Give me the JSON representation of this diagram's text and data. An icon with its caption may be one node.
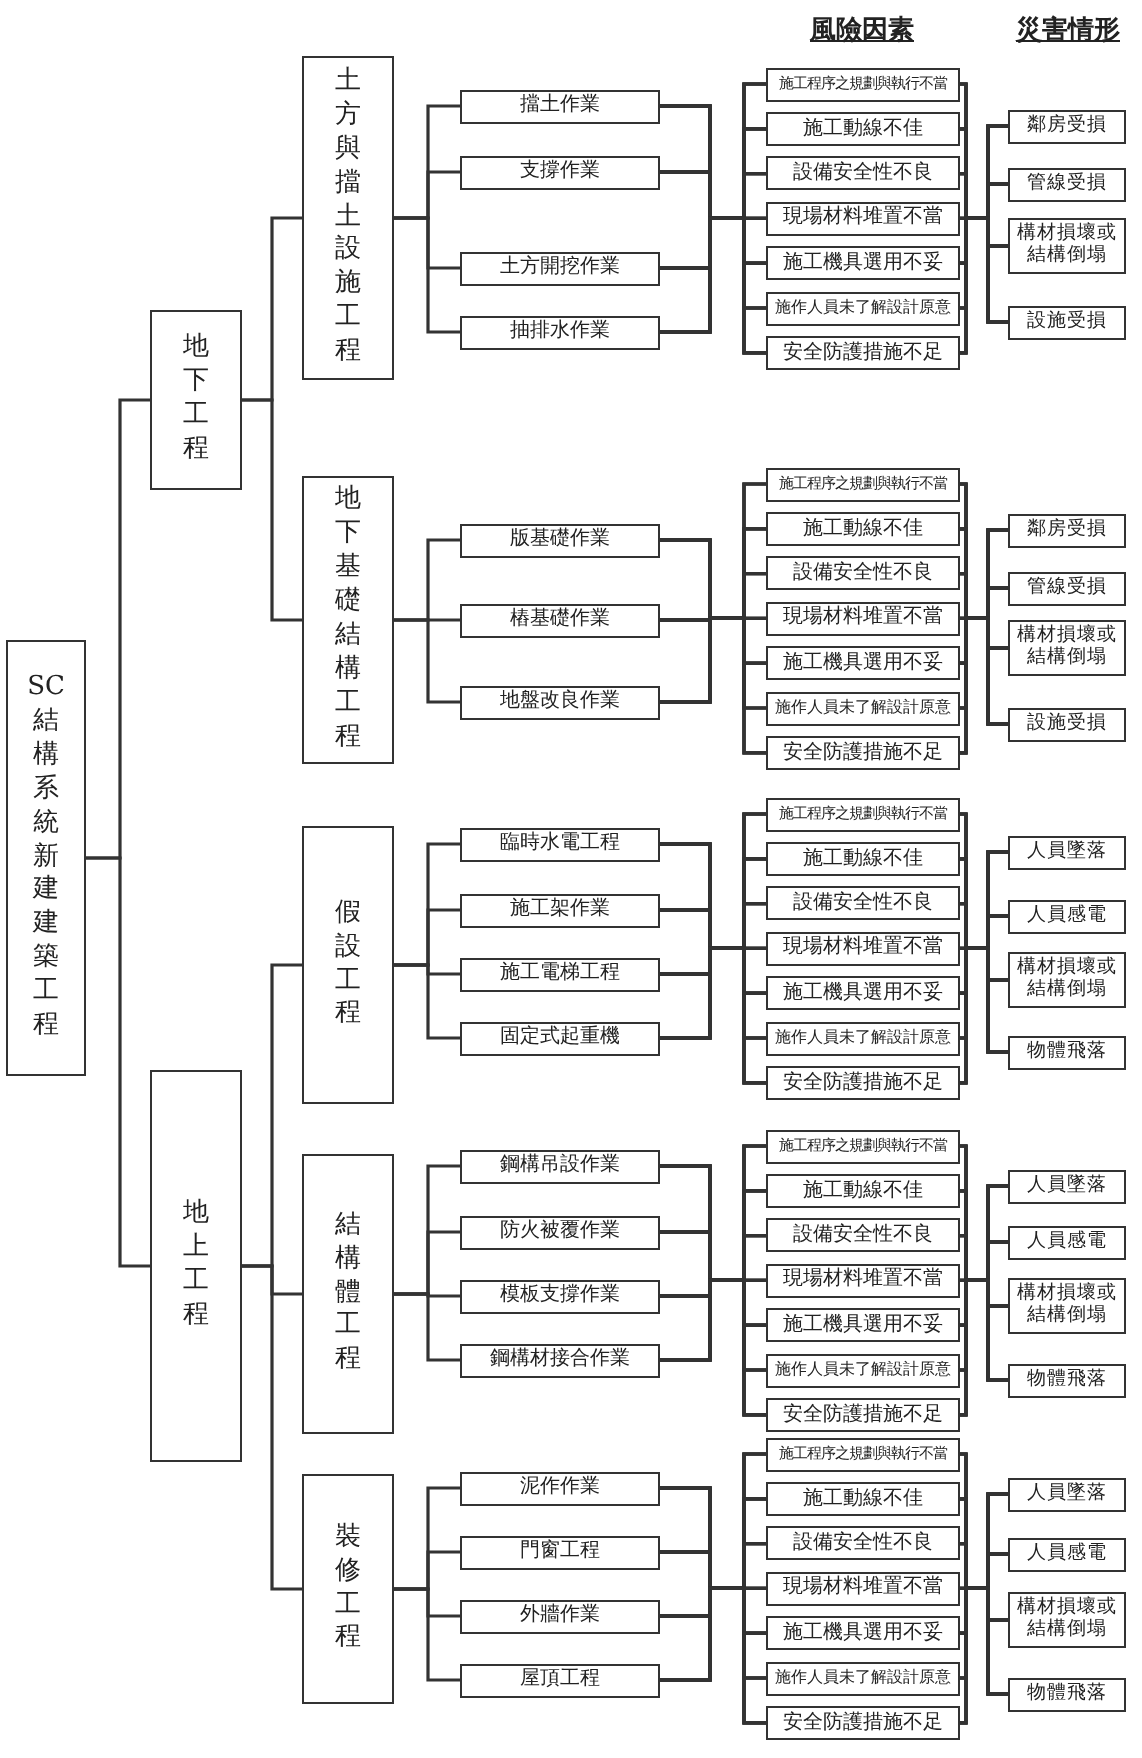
{
  "diagram": {
    "nodes": [
      {
        "text": [
          "SC結構系統新建建築工程"
        ]
      },
      {
        "text": [
          "地下工程"
        ]
      },
      {
        "text": [
          "土方與擋土設施工程"
        ]
      },
      {
        "text": [
          "擋土作業"
        ]
      },
      {
        "text": [
          "支撐作業"
        ]
      },
      {
        "text": [
          "土方開挖作業"
        ]
      },
      {
        "text": [
          "抽排水作業"
        ]
      },
      {
        "text": [
          "施工程序之規劃與執行不當"
        ]
      },
      {
        "text": [
          "施工動線不佳"
        ]
      },
      {
        "text": [
          "設備安全性不良"
        ]
      },
      {
        "text": [
          "現場材料堆置不當"
        ]
      },
      {
        "text": [
          "施工機具選用不妥"
        ]
      },
      {
        "text": [
          "施作人員未了解設計原意"
        ]
      },
      {
        "text": [
          "安全防護措施不足"
        ]
      },
      {
        "text": [
          "鄰房受損"
        ]
      },
      {
        "text": [
          "管線受損"
        ]
      },
      {
        "text": [
          "構材損壞或結構倒塌"
        ]
      },
      {
        "text": [
          "設施受損"
        ]
      },
      {
        "text": [
          "地下基礎結構工程"
        ]
      },
      {
        "text": [
          "版基礎作業"
        ]
      },
      {
        "text": [
          "樁基礎作業"
        ]
      },
      {
        "text": [
          "地盤改良作業"
        ]
      },
      {
        "text": [
          "施工程序之規劃與執行不當"
        ]
      },
      {
        "text": [
          "施工動線不佳"
        ]
      },
      {
        "text": [
          "設備安全性不良"
        ]
      },
      {
        "text": [
          "現場材料堆置不當"
        ]
      },
      {
        "text": [
          "施工機具選用不妥"
        ]
      },
      {
        "text": [
          "施作人員未了解設計原意"
        ]
      },
      {
        "text": [
          "安全防護措施不足"
        ]
      },
      {
        "text": [
          "鄰房受損"
        ]
      },
      {
        "text": [
          "管線受損"
        ]
      },
      {
        "text": [
          "構材損壞或結構倒塌"
        ]
      },
      {
        "text": [
          "設施受損"
        ]
      },
      {
        "text": [
          "地上工程"
        ]
      },
      {
        "text": [
          "假設工程"
        ]
      },
      {
        "text": [
          "臨時水電工程"
        ]
      },
      {
        "text": [
          "施工架作業"
        ]
      },
      {
        "text": [
          "施工電梯工程"
        ]
      },
      {
        "text": [
          "固定式起重機"
        ]
      },
      {
        "text": [
          "施工程序之規劃與執行不當"
        ]
      },
      {
        "text": [
          "施工動線不佳"
        ]
      },
      {
        "text": [
          "設備安全性不良"
        ]
      },
      {
        "text": [
          "現場材料堆置不當"
        ]
      },
      {
        "text": [
          "施工機具選用不妥"
        ]
      },
      {
        "text": [
          "施作人員未了解設計原意"
        ]
      },
      {
        "text": [
          "安全防護措施不足"
        ]
      },
      {
        "text": [
          "人員墜落"
        ]
      },
      {
        "text": [
          "人員感電"
        ]
      },
      {
        "text": [
          "構材損壞或結構倒塌"
        ]
      },
      {
        "text": [
          "物體飛落"
        ]
      },
      {
        "text": [
          "結構體工程"
        ]
      },
      {
        "text": [
          "鋼構吊設作業"
        ]
      },
      {
        "text": [
          "防火被覆作業"
        ]
      },
      {
        "text": [
          "模板支撐作業"
        ]
      },
      {
        "text": [
          "鋼構材接合作業"
        ]
      },
      {
        "text": [
          "施工程序之規劃與執行不當"
        ]
      },
      {
        "text": [
          "施工動線不佳"
        ]
      },
      {
        "text": [
          "設備安全性不良"
        ]
      },
      {
        "text": [
          "現場材料堆置不當"
        ]
      },
      {
        "text": [
          "施工機具選用不妥"
        ]
      },
      {
        "text": [
          "施作人員未了解設計原意"
        ]
      },
      {
        "text": [
          "安全防護措施不足"
        ]
      },
      {
        "text": [
          "人員墜落"
        ]
      },
      {
        "text": [
          "人員感電"
        ]
      },
      {
        "text": [
          "構材損壞或結構倒塌"
        ]
      },
      {
        "text": [
          "物體飛落"
        ]
      },
      {
        "text": [
          "裝修工程"
        ]
      },
      {
        "text": [
          "泥作作業"
        ]
      },
      {
        "text": [
          "門窗工程"
        ]
      },
      {
        "text": [
          "外牆作業"
        ]
      },
      {
        "text": [
          "屋頂工程"
        ]
      },
      {
        "text": [
          "施工程序之規劃與執行不當"
        ]
      },
      {
        "text": [
          "施工動線不佳"
        ]
      },
      {
        "text": [
          "設備安全性不良"
        ]
      },
      {
        "text": [
          "現場材料堆置不當"
        ]
      },
      {
        "text": [
          "施工機具選用不妥"
        ]
      },
      {
        "text": [
          "施作人員未了解設計原意"
        ]
      },
      {
        "text": [
          "安全防護措施不足"
        ]
      },
      {
        "text": [
          "人員墜落"
        ]
      },
      {
        "text": [
          "人員感電"
        ]
      },
      {
        "text": [
          "構材損壞或結構倒塌"
        ]
      },
      {
        "text": [
          "物體飛落"
        ]
      }
    ],
    "edges": [
      {
        "from": 0,
        "to": 1,
        "arrow": "none"
      },
      {
        "from": 0,
        "to": 33,
        "arrow": "none"
      },
      {
        "from": 1,
        "to": 2,
        "arrow": "none"
      },
      {
        "from": 1,
        "to": 18,
        "arrow": "none"
      },
      {
        "from": 33,
        "to": 34,
        "arrow": "none"
      },
      {
        "from": 33,
        "to": 50,
        "arrow": "none"
      },
      {
        "from": 33,
        "to": 66,
        "arrow": "none"
      },
      {
        "from": 2,
        "to": 3,
        "arrow": "none"
      },
      {
        "from": 2,
        "to": 4,
        "arrow": "none"
      },
      {
        "from": 2,
        "to": 5,
        "arrow": "none"
      },
      {
        "from": 2,
        "to": 6,
        "arrow": "none"
      },
      {
        "from": 3,
        "to": 7,
        "arrow": "none"
      },
      {
        "from": 3,
        "to": 8,
        "arrow": "none"
      },
      {
        "from": 3,
        "to": 9,
        "arrow": "none"
      },
      {
        "from": 3,
        "to": 10,
        "arrow": "none"
      },
      {
        "from": 3,
        "to": 11,
        "arrow": "none"
      },
      {
        "from": 3,
        "to": 12,
        "arrow": "none"
      },
      {
        "from": 3,
        "to": 13,
        "arrow": "none"
      },
      {
        "from": 4,
        "to": 7,
        "arrow": "none"
      },
      {
        "from": 4,
        "to": 8,
        "arrow": "none"
      },
      {
        "from": 4,
        "to": 9,
        "arrow": "none"
      },
      {
        "from": 4,
        "to": 10,
        "arrow": "none"
      },
      {
        "from": 4,
        "to": 11,
        "arrow": "none"
      },
      {
        "from": 4,
        "to": 12,
        "arrow": "none"
      },
      {
        "from": 4,
        "to": 13,
        "arrow": "none"
      },
      {
        "from": 5,
        "to": 7,
        "arrow": "none"
      },
      {
        "from": 5,
        "to": 8,
        "arrow": "none"
      },
      {
        "from": 5,
        "to": 9,
        "arrow": "none"
      },
      {
        "from": 5,
        "to": 10,
        "arrow": "none"
      },
      {
        "from": 5,
        "to": 11,
        "arrow": "none"
      },
      {
        "from": 5,
        "to": 12,
        "arrow": "none"
      },
      {
        "from": 5,
        "to": 13,
        "arrow": "none"
      },
      {
        "from": 6,
        "to": 7,
        "arrow": "none"
      },
      {
        "from": 6,
        "to": 8,
        "arrow": "none"
      },
      {
        "from": 6,
        "to": 9,
        "arrow": "none"
      },
      {
        "from": 6,
        "to": 10,
        "arrow": "none"
      },
      {
        "from": 6,
        "to": 11,
        "arrow": "none"
      },
      {
        "from": 6,
        "to": 12,
        "arrow": "none"
      },
      {
        "from": 6,
        "to": 13,
        "arrow": "none"
      },
      {
        "from": 7,
        "to": 14,
        "arrow": "none"
      },
      {
        "from": 7,
        "to": 15,
        "arrow": "none"
      },
      {
        "from": 7,
        "to": 16,
        "arrow": "none"
      },
      {
        "from": 7,
        "to": 17,
        "arrow": "none"
      },
      {
        "from": 8,
        "to": 14,
        "arrow": "none"
      },
      {
        "from": 8,
        "to": 15,
        "arrow": "none"
      },
      {
        "from": 8,
        "to": 16,
        "arrow": "none"
      },
      {
        "from": 8,
        "to": 17,
        "arrow": "none"
      },
      {
        "from": 9,
        "to": 14,
        "arrow": "none"
      },
      {
        "from": 9,
        "to": 15,
        "arrow": "none"
      },
      {
        "from": 9,
        "to": 16,
        "arrow": "none"
      },
      {
        "from": 9,
        "to": 17,
        "arrow": "none"
      },
      {
        "from": 10,
        "to": 14,
        "arrow": "none"
      },
      {
        "from": 10,
        "to": 15,
        "arrow": "none"
      },
      {
        "from": 10,
        "to": 16,
        "arrow": "none"
      },
      {
        "from": 10,
        "to": 17,
        "arrow": "none"
      },
      {
        "from": 11,
        "to": 14,
        "arrow": "none"
      },
      {
        "from": 11,
        "to": 15,
        "arrow": "none"
      },
      {
        "from": 11,
        "to": 16,
        "arrow": "none"
      },
      {
        "from": 11,
        "to": 17,
        "arrow": "none"
      },
      {
        "from": 12,
        "to": 14,
        "arrow": "none"
      },
      {
        "from": 12,
        "to": 15,
        "arrow": "none"
      },
      {
        "from": 12,
        "to": 16,
        "arrow": "none"
      },
      {
        "from": 12,
        "to": 17,
        "arrow": "none"
      },
      {
        "from": 13,
        "to": 14,
        "arrow": "none"
      },
      {
        "from": 13,
        "to": 15,
        "arrow": "none"
      },
      {
        "from": 13,
        "to": 16,
        "arrow": "none"
      },
      {
        "from": 13,
        "to": 17,
        "arrow": "none"
      },
      {
        "from": 18,
        "to": 19,
        "arrow": "none"
      },
      {
        "from": 18,
        "to": 20,
        "arrow": "none"
      },
      {
        "from": 18,
        "to": 21,
        "arrow": "none"
      },
      {
        "from": 19,
        "to": 22,
        "arrow": "none"
      },
      {
        "from": 19,
        "to": 23,
        "arrow": "none"
      },
      {
        "from": 19,
        "to": 24,
        "arrow": "none"
      },
      {
        "from": 19,
        "to": 25,
        "arrow": "none"
      },
      {
        "from": 19,
        "to": 26,
        "arrow": "none"
      },
      {
        "from": 19,
        "to": 27,
        "arrow": "none"
      },
      {
        "from": 19,
        "to": 28,
        "arrow": "none"
      },
      {
        "from": 20,
        "to": 22,
        "arrow": "none"
      },
      {
        "from": 20,
        "to": 23,
        "arrow": "none"
      },
      {
        "from": 20,
        "to": 24,
        "arrow": "none"
      },
      {
        "from": 20,
        "to": 25,
        "arrow": "none"
      },
      {
        "from": 20,
        "to": 26,
        "arrow": "none"
      },
      {
        "from": 20,
        "to": 27,
        "arrow": "none"
      },
      {
        "from": 20,
        "to": 28,
        "arrow": "none"
      },
      {
        "from": 21,
        "to": 22,
        "arrow": "none"
      },
      {
        "from": 21,
        "to": 23,
        "arrow": "none"
      },
      {
        "from": 21,
        "to": 24,
        "arrow": "none"
      },
      {
        "from": 21,
        "to": 25,
        "arrow": "none"
      },
      {
        "from": 21,
        "to": 26,
        "arrow": "none"
      },
      {
        "from": 21,
        "to": 27,
        "arrow": "none"
      },
      {
        "from": 21,
        "to": 28,
        "arrow": "none"
      },
      {
        "from": 22,
        "to": 29,
        "arrow": "none"
      },
      {
        "from": 22,
        "to": 30,
        "arrow": "none"
      },
      {
        "from": 22,
        "to": 31,
        "arrow": "none"
      },
      {
        "from": 22,
        "to": 32,
        "arrow": "none"
      },
      {
        "from": 23,
        "to": 29,
        "arrow": "none"
      },
      {
        "from": 23,
        "to": 30,
        "arrow": "none"
      },
      {
        "from": 23,
        "to": 31,
        "arrow": "none"
      },
      {
        "from": 23,
        "to": 32,
        "arrow": "none"
      },
      {
        "from": 24,
        "to": 29,
        "arrow": "none"
      },
      {
        "from": 24,
        "to": 30,
        "arrow": "none"
      },
      {
        "from": 24,
        "to": 31,
        "arrow": "none"
      },
      {
        "from": 24,
        "to": 32,
        "arrow": "none"
      },
      {
        "from": 25,
        "to": 29,
        "arrow": "none"
      },
      {
        "from": 25,
        "to": 30,
        "arrow": "none"
      },
      {
        "from": 25,
        "to": 31,
        "arrow": "none"
      },
      {
        "from": 25,
        "to": 32,
        "arrow": "none"
      },
      {
        "from": 26,
        "to": 29,
        "arrow": "none"
      },
      {
        "from": 26,
        "to": 30,
        "arrow": "none"
      },
      {
        "from": 26,
        "to": 31,
        "arrow": "none"
      },
      {
        "from": 26,
        "to": 32,
        "arrow": "none"
      },
      {
        "from": 27,
        "to": 29,
        "arrow": "none"
      },
      {
        "from": 27,
        "to": 30,
        "arrow": "none"
      },
      {
        "from": 27,
        "to": 31,
        "arrow": "none"
      },
      {
        "from": 27,
        "to": 32,
        "arrow": "none"
      },
      {
        "from": 28,
        "to": 29,
        "arrow": "none"
      },
      {
        "from": 28,
        "to": 30,
        "arrow": "none"
      },
      {
        "from": 28,
        "to": 31,
        "arrow": "none"
      },
      {
        "from": 28,
        "to": 32,
        "arrow": "none"
      },
      {
        "from": 34,
        "to": 35,
        "arrow": "none"
      },
      {
        "from": 34,
        "to": 36,
        "arrow": "none"
      },
      {
        "from": 34,
        "to": 37,
        "arrow": "none"
      },
      {
        "from": 34,
        "to": 38,
        "arrow": "none"
      },
      {
        "from": 35,
        "to": 39,
        "arrow": "none"
      },
      {
        "from": 35,
        "to": 40,
        "arrow": "none"
      },
      {
        "from": 35,
        "to": 41,
        "arrow": "none"
      },
      {
        "from": 35,
        "to": 42,
        "arrow": "none"
      },
      {
        "from": 35,
        "to": 43,
        "arrow": "none"
      },
      {
        "from": 35,
        "to": 44,
        "arrow": "none"
      },
      {
        "from": 35,
        "to": 45,
        "arrow": "none"
      },
      {
        "from": 36,
        "to": 39,
        "arrow": "none"
      },
      {
        "from": 36,
        "to": 40,
        "arrow": "none"
      },
      {
        "from": 36,
        "to": 41,
        "arrow": "none"
      },
      {
        "from": 36,
        "to": 42,
        "arrow": "none"
      },
      {
        "from": 36,
        "to": 43,
        "arrow": "none"
      },
      {
        "from": 36,
        "to": 44,
        "arrow": "none"
      },
      {
        "from": 36,
        "to": 45,
        "arrow": "none"
      },
      {
        "from": 37,
        "to": 39,
        "arrow": "none"
      },
      {
        "from": 37,
        "to": 40,
        "arrow": "none"
      },
      {
        "from": 37,
        "to": 41,
        "arrow": "none"
      },
      {
        "from": 37,
        "to": 42,
        "arrow": "none"
      },
      {
        "from": 37,
        "to": 43,
        "arrow": "none"
      },
      {
        "from": 37,
        "to": 44,
        "arrow": "none"
      },
      {
        "from": 37,
        "to": 45,
        "arrow": "none"
      },
      {
        "from": 38,
        "to": 39,
        "arrow": "none"
      },
      {
        "from": 38,
        "to": 40,
        "arrow": "none"
      },
      {
        "from": 38,
        "to": 41,
        "arrow": "none"
      },
      {
        "from": 38,
        "to": 42,
        "arrow": "none"
      },
      {
        "from": 38,
        "to": 43,
        "arrow": "none"
      },
      {
        "from": 38,
        "to": 44,
        "arrow": "none"
      },
      {
        "from": 38,
        "to": 45,
        "arrow": "none"
      },
      {
        "from": 39,
        "to": 46,
        "arrow": "none"
      },
      {
        "from": 39,
        "to": 47,
        "arrow": "none"
      },
      {
        "from": 39,
        "to": 48,
        "arrow": "none"
      },
      {
        "from": 39,
        "to": 49,
        "arrow": "none"
      },
      {
        "from": 40,
        "to": 46,
        "arrow": "none"
      },
      {
        "from": 40,
        "to": 47,
        "arrow": "none"
      },
      {
        "from": 40,
        "to": 48,
        "arrow": "none"
      },
      {
        "from": 40,
        "to": 49,
        "arrow": "none"
      },
      {
        "from": 41,
        "to": 46,
        "arrow": "none"
      },
      {
        "from": 41,
        "to": 47,
        "arrow": "none"
      },
      {
        "from": 41,
        "to": 48,
        "arrow": "none"
      },
      {
        "from": 41,
        "to": 49,
        "arrow": "none"
      },
      {
        "from": 42,
        "to": 46,
        "arrow": "none"
      },
      {
        "from": 42,
        "to": 47,
        "arrow": "none"
      },
      {
        "from": 42,
        "to": 48,
        "arrow": "none"
      },
      {
        "from": 42,
        "to": 49,
        "arrow": "none"
      },
      {
        "from": 43,
        "to": 46,
        "arrow": "none"
      },
      {
        "from": 43,
        "to": 47,
        "arrow": "none"
      },
      {
        "from": 43,
        "to": 48,
        "arrow": "none"
      },
      {
        "from": 43,
        "to": 49,
        "arrow": "none"
      },
      {
        "from": 44,
        "to": 46,
        "arrow": "none"
      },
      {
        "from": 44,
        "to": 47,
        "arrow": "none"
      },
      {
        "from": 44,
        "to": 48,
        "arrow": "none"
      },
      {
        "from": 44,
        "to": 49,
        "arrow": "none"
      },
      {
        "from": 45,
        "to": 46,
        "arrow": "none"
      },
      {
        "from": 45,
        "to": 47,
        "arrow": "none"
      },
      {
        "from": 45,
        "to": 48,
        "arrow": "none"
      },
      {
        "from": 45,
        "to": 49,
        "arrow": "none"
      },
      {
        "from": 50,
        "to": 51,
        "arrow": "none"
      },
      {
        "from": 50,
        "to": 52,
        "arrow": "none"
      },
      {
        "from": 50,
        "to": 53,
        "arrow": "none"
      },
      {
        "from": 50,
        "to": 54,
        "arrow": "none"
      },
      {
        "from": 51,
        "to": 55,
        "arrow": "none"
      },
      {
        "from": 51,
        "to": 56,
        "arrow": "none"
      },
      {
        "from": 51,
        "to": 57,
        "arrow": "none"
      },
      {
        "from": 51,
        "to": 58,
        "arrow": "none"
      },
      {
        "from": 51,
        "to": 59,
        "arrow": "none"
      },
      {
        "from": 51,
        "to": 60,
        "arrow": "none"
      },
      {
        "from": 51,
        "to": 61,
        "arrow": "none"
      },
      {
        "from": 52,
        "to": 55,
        "arrow": "none"
      },
      {
        "from": 52,
        "to": 56,
        "arrow": "none"
      },
      {
        "from": 52,
        "to": 57,
        "arrow": "none"
      },
      {
        "from": 52,
        "to": 58,
        "arrow": "none"
      },
      {
        "from": 52,
        "to": 59,
        "arrow": "none"
      },
      {
        "from": 52,
        "to": 60,
        "arrow": "none"
      },
      {
        "from": 52,
        "to": 61,
        "arrow": "none"
      },
      {
        "from": 53,
        "to": 55,
        "arrow": "none"
      },
      {
        "from": 53,
        "to": 56,
        "arrow": "none"
      },
      {
        "from": 53,
        "to": 57,
        "arrow": "none"
      },
      {
        "from": 53,
        "to": 58,
        "arrow": "none"
      },
      {
        "from": 53,
        "to": 59,
        "arrow": "none"
      },
      {
        "from": 53,
        "to": 60,
        "arrow": "none"
      },
      {
        "from": 53,
        "to": 61,
        "arrow": "none"
      },
      {
        "from": 54,
        "to": 55,
        "arrow": "none"
      },
      {
        "from": 54,
        "to": 56,
        "arrow": "none"
      },
      {
        "from": 54,
        "to": 57,
        "arrow": "none"
      },
      {
        "from": 54,
        "to": 58,
        "arrow": "none"
      },
      {
        "from": 54,
        "to": 59,
        "arrow": "none"
      },
      {
        "from": 54,
        "to": 60,
        "arrow": "none"
      },
      {
        "from": 54,
        "to": 61,
        "arrow": "none"
      },
      {
        "from": 55,
        "to": 62,
        "arrow": "none"
      },
      {
        "from": 55,
        "to": 63,
        "arrow": "none"
      },
      {
        "from": 55,
        "to": 64,
        "arrow": "none"
      },
      {
        "from": 55,
        "to": 65,
        "arrow": "none"
      },
      {
        "from": 56,
        "to": 62,
        "arrow": "none"
      },
      {
        "from": 56,
        "to": 63,
        "arrow": "none"
      },
      {
        "from": 56,
        "to": 64,
        "arrow": "none"
      },
      {
        "from": 56,
        "to": 65,
        "arrow": "none"
      },
      {
        "from": 57,
        "to": 62,
        "arrow": "none"
      },
      {
        "from": 57,
        "to": 63,
        "arrow": "none"
      },
      {
        "from": 57,
        "to": 64,
        "arrow": "none"
      },
      {
        "from": 57,
        "to": 65,
        "arrow": "none"
      },
      {
        "from": 58,
        "to": 62,
        "arrow": "none"
      },
      {
        "from": 58,
        "to": 63,
        "arrow": "none"
      },
      {
        "from": 58,
        "to": 64,
        "arrow": "none"
      },
      {
        "from": 58,
        "to": 65,
        "arrow": "none"
      },
      {
        "from": 59,
        "to": 62,
        "arrow": "none"
      },
      {
        "from": 59,
        "to": 63,
        "arrow": "none"
      },
      {
        "from": 59,
        "to": 64,
        "arrow": "none"
      },
      {
        "from": 59,
        "to": 65,
        "arrow": "none"
      },
      {
        "from": 60,
        "to": 62,
        "arrow": "none"
      },
      {
        "from": 60,
        "to": 63,
        "arrow": "none"
      },
      {
        "from": 60,
        "to": 64,
        "arrow": "none"
      },
      {
        "from": 60,
        "to": 65,
        "arrow": "none"
      },
      {
        "from": 61,
        "to": 62,
        "arrow": "none"
      },
      {
        "from": 61,
        "to": 63,
        "arrow": "none"
      },
      {
        "from": 61,
        "to": 64,
        "arrow": "none"
      },
      {
        "from": 61,
        "to": 65,
        "arrow": "none"
      },
      {
        "from": 66,
        "to": 67,
        "arrow": "none"
      },
      {
        "from": 66,
        "to": 68,
        "arrow": "none"
      },
      {
        "from": 66,
        "to": 69,
        "arrow": "none"
      },
      {
        "from": 66,
        "to": 70,
        "arrow": "none"
      },
      {
        "from": 67,
        "to": 71,
        "arrow": "none"
      },
      {
        "from": 67,
        "to": 72,
        "arrow": "none"
      },
      {
        "from": 67,
        "to": 73,
        "arrow": "none"
      },
      {
        "from": 67,
        "to": 74,
        "arrow": "none"
      },
      {
        "from": 67,
        "to": 75,
        "arrow": "none"
      },
      {
        "from": 67,
        "to": 76,
        "arrow": "none"
      },
      {
        "from": 67,
        "to": 77,
        "arrow": "none"
      },
      {
        "from": 68,
        "to": 71,
        "arrow": "none"
      },
      {
        "from": 68,
        "to": 72,
        "arrow": "none"
      },
      {
        "from": 68,
        "to": 73,
        "arrow": "none"
      },
      {
        "from": 68,
        "to": 74,
        "arrow": "none"
      },
      {
        "from": 68,
        "to": 75,
        "arrow": "none"
      },
      {
        "from": 68,
        "to": 76,
        "arrow": "none"
      },
      {
        "from": 68,
        "to": 77,
        "arrow": "none"
      },
      {
        "from": 69,
        "to": 71,
        "arrow": "none"
      },
      {
        "from": 69,
        "to": 72,
        "arrow": "none"
      },
      {
        "from": 69,
        "to": 73,
        "arrow": "none"
      },
      {
        "from": 69,
        "to": 74,
        "arrow": "none"
      },
      {
        "from": 69,
        "to": 75,
        "arrow": "none"
      },
      {
        "from": 69,
        "to": 76,
        "arrow": "none"
      },
      {
        "from": 69,
        "to": 77,
        "arrow": "none"
      },
      {
        "from": 70,
        "to": 71,
        "arrow": "none"
      },
      {
        "from": 70,
        "to": 72,
        "arrow": "none"
      },
      {
        "from": 70,
        "to": 73,
        "arrow": "none"
      },
      {
        "from": 70,
        "to": 74,
        "arrow": "none"
      },
      {
        "from": 70,
        "to": 75,
        "arrow": "none"
      },
      {
        "from": 70,
        "to": 76,
        "arrow": "none"
      },
      {
        "from": 70,
        "to": 77,
        "arrow": "none"
      },
      {
        "from": 71,
        "to": 78,
        "arrow": "none"
      },
      {
        "from": 71,
        "to": 79,
        "arrow": "none"
      },
      {
        "from": 71,
        "to": 80,
        "arrow": "none"
      },
      {
        "from": 71,
        "to": 81,
        "arrow": "none"
      },
      {
        "from": 72,
        "to": 78,
        "arrow": "none"
      },
      {
        "from": 72,
        "to": 79,
        "arrow": "none"
      },
      {
        "from": 72,
        "to": 80,
        "arrow": "none"
      },
      {
        "from": 72,
        "to": 81,
        "arrow": "none"
      },
      {
        "from": 73,
        "to": 78,
        "arrow": "none"
      },
      {
        "from": 73,
        "to": 79,
        "arrow": "none"
      },
      {
        "from": 73,
        "to": 80,
        "arrow": "none"
      },
      {
        "from": 73,
        "to": 81,
        "arrow": "none"
      },
      {
        "from": 74,
        "to": 78,
        "arrow": "none"
      },
      {
        "from": 74,
        "to": 79,
        "arrow": "none"
      },
      {
        "from": 74,
        "to": 80,
        "arrow": "none"
      },
      {
        "from": 74,
        "to": 81,
        "arrow": "none"
      },
      {
        "from": 75,
        "to": 78,
        "arrow": "none"
      },
      {
        "from": 75,
        "to": 79,
        "arrow": "none"
      },
      {
        "from": 75,
        "to": 80,
        "arrow": "none"
      },
      {
        "from": 75,
        "to": 81,
        "arrow": "none"
      },
      {
        "from": 76,
        "to": 78,
        "arrow": "none"
      },
      {
        "from": 76,
        "to": 79,
        "arrow": "none"
      },
      {
        "from": 76,
        "to": 80,
        "arrow": "none"
      },
      {
        "from": 76,
        "to": 81,
        "arrow": "none"
      },
      {
        "from": 77,
        "to": 78,
        "arrow": "none"
      },
      {
        "from": 77,
        "to": 79,
        "arrow": "none"
      },
      {
        "from": 77,
        "to": 80,
        "arrow": "none"
      },
      {
        "from": 77,
        "to": 81,
        "arrow": "none"
      }
    ],
    "labels": [
      "風險因素",
      "災害情形"
    ]
  }
}
